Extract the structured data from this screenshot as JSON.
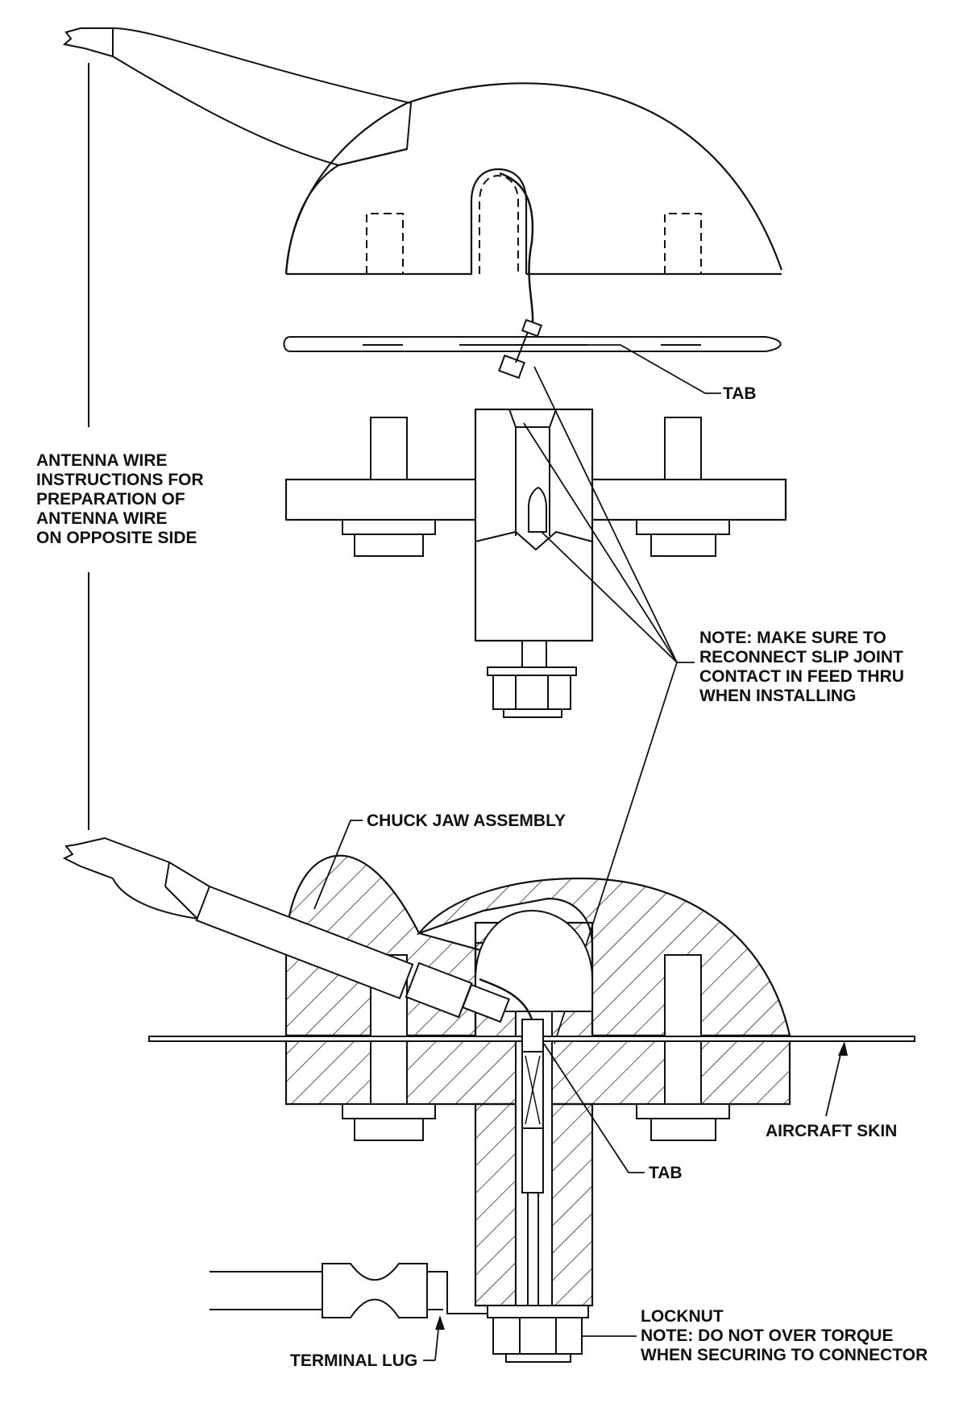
{
  "labels": {
    "tab_top": "TAB",
    "antenna_wire": [
      "ANTENNA WIRE",
      "INSTRUCTIONS FOR",
      "PREPARATION OF",
      "ANTENNA WIRE",
      "ON OPPOSITE SIDE"
    ],
    "note_slip_joint": [
      "NOTE: MAKE SURE TO",
      "RECONNECT SLIP JOINT",
      "CONTACT IN FEED THRU",
      "WHEN INSTALLING"
    ],
    "chuck_jaw": "CHUCK JAW ASSEMBLY",
    "tab_bottom": "TAB",
    "aircraft_skin": "AIRCRAFT SKIN",
    "terminal_lug": "TERMINAL LUG",
    "locknut": [
      "LOCKNUT",
      "NOTE: DO NOT OVER TORQUE",
      "WHEN SECURING TO CONNECTOR"
    ]
  }
}
